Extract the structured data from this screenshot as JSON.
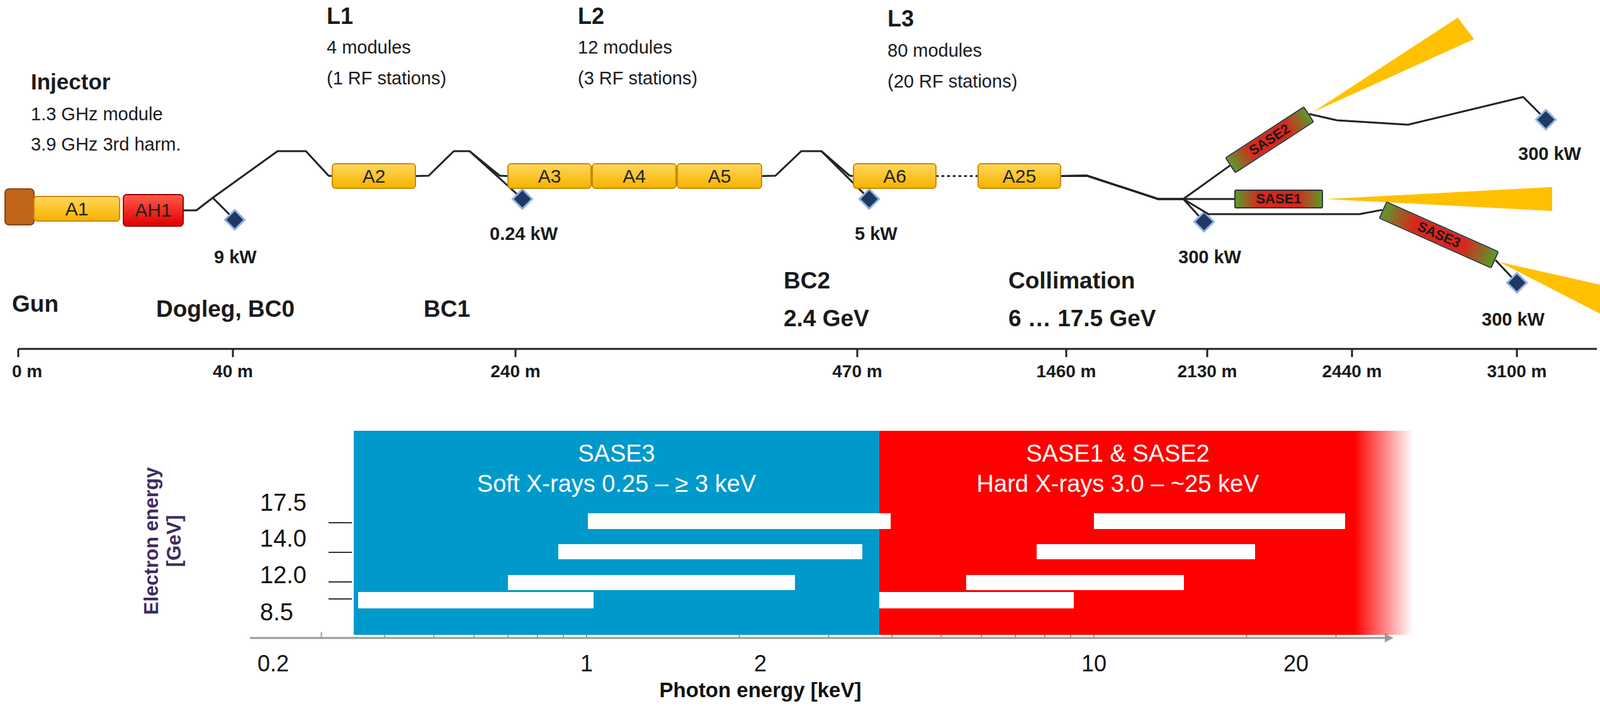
{
  "diagram": {
    "nodes": [
      {
        "text": [
          "A1"
        ]
      },
      {
        "text": [
          "AH1"
        ]
      },
      {
        "text": [
          "A2"
        ]
      },
      {
        "text": [
          "A3"
        ]
      },
      {
        "text": [
          "A4"
        ]
      },
      {
        "text": [
          "A5"
        ]
      },
      {
        "text": [
          "A6"
        ]
      },
      {
        "text": [
          "A25"
        ]
      },
      {
        "text": [
          "SASE2"
        ]
      },
      {
        "text": [
          "SASE1"
        ]
      },
      {
        "text": [
          "SASE3"
        ]
      },
      {
        "text": [
          "SASE3",
          "Soft X-rays 0.25 – ≥ 3 keV"
        ]
      },
      {
        "text": [
          "SASE1 & SASE2",
          "Hard X-rays 3.0 – ~25 keV"
        ]
      }
    ],
    "edges": [
      {
        "from": 1,
        "to": 2,
        "arrow": "none"
      },
      {
        "from": 2,
        "to": 3,
        "arrow": "none"
      },
      {
        "from": 5,
        "to": 6,
        "arrow": "none"
      },
      {
        "from": 6,
        "to": 7,
        "arrow": "none"
      },
      {
        "from": 7,
        "to": 8,
        "arrow": "none"
      },
      {
        "from": 7,
        "to": 9,
        "arrow": "none"
      },
      {
        "from": 7,
        "to": 10,
        "arrow": "none"
      }
    ],
    "labels": [
      "Injector",
      "1.3 GHz module",
      "3.9 GHz 3rd harm.",
      "L1",
      "4 modules",
      "(1 RF stations)",
      "L2",
      "12 modules",
      "(3 RF stations)",
      "L3",
      "80 modules",
      "(20 RF stations)",
      "9 kW",
      "0.24 kW",
      "5 kW",
      "300 kW",
      "300 kW",
      "300 kW",
      "Gun",
      "Dogleg, BC0",
      "BC1",
      "BC2",
      "2.4 GeV",
      "Collimation",
      "6 … 17.5 GeV",
      "0 m",
      "40 m",
      "240 m",
      "470 m",
      "1460 m",
      "2130 m",
      "2440 m",
      "3100 m",
      "Electron energy [GeV]",
      "17.5",
      "14.0",
      "12.0",
      "8.5",
      "0.2",
      "1",
      "2",
      "10",
      "20",
      "Photon energy [keV]"
    ]
  }
}
